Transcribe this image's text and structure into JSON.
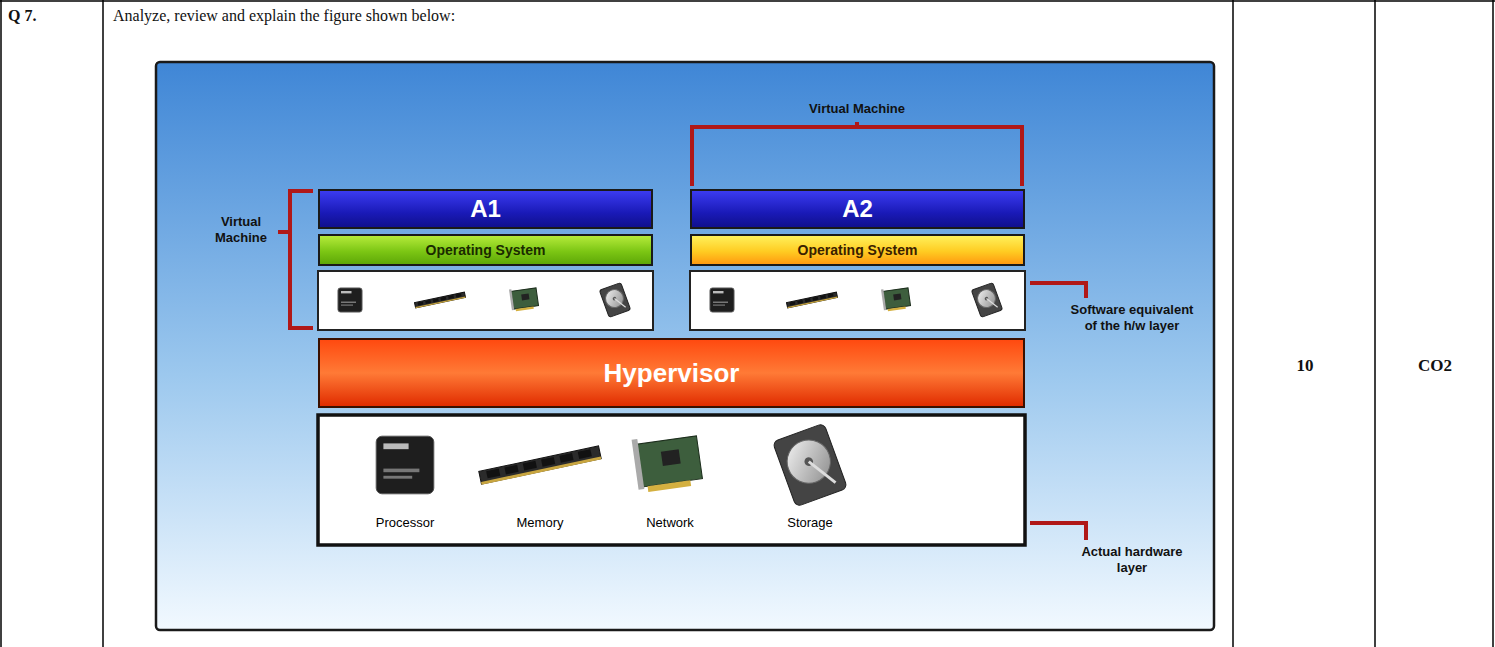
{
  "diagram": {
    "nodes": [
      {
        "text": [
          "A1"
        ]
      },
      {
        "text": [
          "A2"
        ]
      },
      {
        "text": [
          "Operating System"
        ]
      },
      {
        "text": [
          "Operating System"
        ]
      },
      {
        "text": [
          "Hypervisor"
        ]
      },
      {
        "text": [
          "Processor",
          "Memory",
          "Network",
          "Storage"
        ]
      }
    ],
    "labels": [
      "Q 7.",
      "Analyze, review and explain the figure shown below:",
      "Virtual Machine",
      "Virtual Machine",
      "Software equivalent of the h/w layer",
      "10",
      "CO2",
      "Actual hardware layer"
    ]
  }
}
